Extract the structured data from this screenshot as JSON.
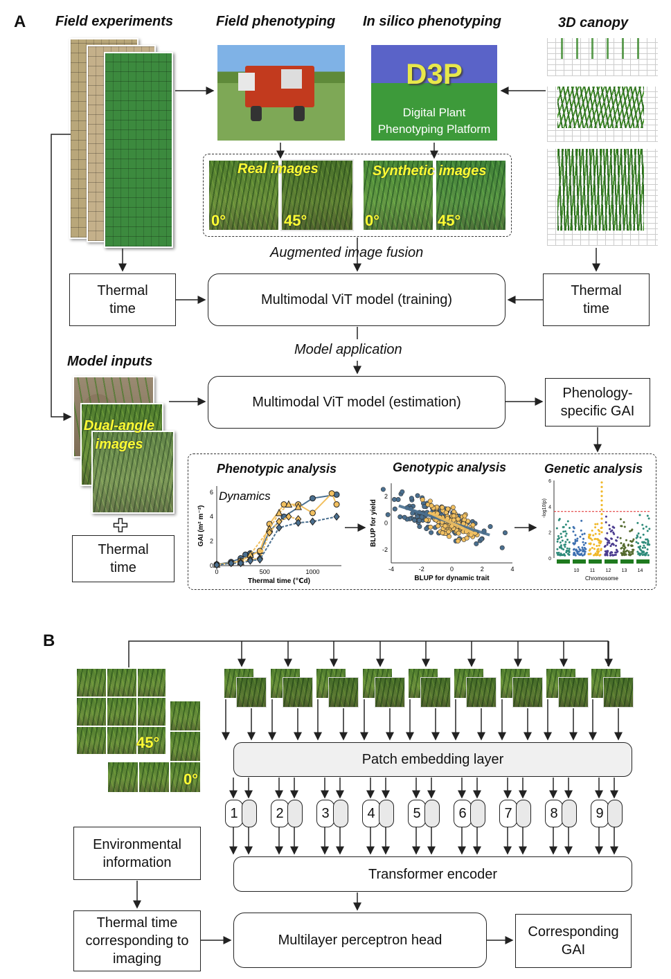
{
  "panelA": {
    "letter": "A",
    "headers": {
      "field_experiments": "Field experiments",
      "field_phenotyping": "Field phenotyping",
      "in_silico": "In silico phenotyping",
      "canopy_3d": "3D canopy"
    },
    "d3p": {
      "logo": "D3P",
      "line1": "Digital Plant",
      "line2": "Phenotyping Platform"
    },
    "real_images": "Real images",
    "synthetic_images": "Synthetic images",
    "angle_0": "0°",
    "angle_45": "45°",
    "augmented_fusion": "Augmented image fusion",
    "thermal_time": "Thermal time",
    "vit_training": "Multimodal ViT model (training)",
    "model_application": "Model application",
    "model_inputs": "Model inputs",
    "dual_angle": "Dual-angle images",
    "plus": "✚",
    "vit_estimation": "Multimodal ViT model (estimation)",
    "phenology_gai": "Phenology-specific GAI",
    "analyses": {
      "phenotypic": "Phenotypic analysis",
      "genotypic": "Genotypic analysis",
      "genetic": "Genetic analysis",
      "dynamics": "Dynamics"
    }
  },
  "chart_data": [
    {
      "type": "line",
      "title": "Phenotypic analysis",
      "annotation": "Dynamics",
      "xlabel": "Thermal time (℃d)",
      "ylabel": "GAI (m² m⁻²)",
      "xlim": [
        0,
        1300
      ],
      "ylim": [
        0,
        6.5
      ],
      "xticks": [
        "0",
        "500",
        "1000"
      ],
      "yticks": [
        "0",
        "2",
        "4",
        "6"
      ],
      "series": [
        {
          "marker": "circle",
          "color": "#4a6f8f",
          "x": [
            0,
            150,
            250,
            300,
            350,
            450,
            550,
            700,
            1000,
            1250
          ],
          "y": [
            0.1,
            0.3,
            0.6,
            0.9,
            1.0,
            1.1,
            2.8,
            4.0,
            5.5,
            5.8
          ]
        },
        {
          "marker": "circle",
          "color": "#f2c060",
          "x": [
            0,
            150,
            250,
            350,
            450,
            550,
            700,
            850,
            1000,
            1200,
            1250
          ],
          "y": [
            0.1,
            0.2,
            0.4,
            0.8,
            1.2,
            3.4,
            5.0,
            5.0,
            4.3,
            5.9,
            5.0
          ]
        },
        {
          "marker": "triangle",
          "color": "#f2c060",
          "x": [
            0,
            250,
            350,
            550,
            650,
            750,
            850
          ],
          "y": [
            0.1,
            0.3,
            0.9,
            3.0,
            4.3,
            5.0,
            4.8
          ]
        },
        {
          "marker": "diamond",
          "color": "#f2c060",
          "x": [
            0,
            250,
            350,
            450,
            550,
            650,
            750,
            850
          ],
          "y": [
            0.1,
            0.3,
            0.5,
            0.6,
            2.7,
            3.6,
            4.0,
            3.8
          ]
        },
        {
          "marker": "diamond",
          "color": "#4a6f8f",
          "x": [
            0,
            150,
            250,
            350,
            450,
            650,
            850,
            1000,
            1250
          ],
          "y": [
            0.05,
            0.2,
            0.2,
            0.4,
            0.5,
            3.1,
            3.5,
            3.6,
            4.0
          ]
        }
      ]
    },
    {
      "type": "scatter",
      "title": "Genotypic analysis",
      "xlabel": "BLUP for dynamic trait",
      "ylabel": "BLUP for yield",
      "xlim": [
        -4,
        4
      ],
      "ylim": [
        -3,
        3
      ],
      "xticks": [
        "-4",
        "-2",
        "0",
        "2",
        "4"
      ],
      "yticks": [
        "-2",
        "0",
        "2"
      ],
      "series": [
        {
          "color": "#4a6f8f",
          "trend": [
            [
              -3.5,
              1.3
            ],
            [
              2.5,
              -0.9
            ]
          ]
        },
        {
          "color": "#f2c060",
          "trend": [
            [
              -1.5,
              0.8
            ],
            [
              1.5,
              -0.8
            ]
          ]
        }
      ]
    },
    {
      "type": "bar",
      "title": "Genetic analysis",
      "xlabel": "Chromosome",
      "ylabel": "-log10(p)",
      "ylim": [
        0,
        6
      ],
      "yticks": [
        "0",
        "2",
        "4",
        "6"
      ],
      "categories": [
        "10",
        "11",
        "12",
        "13",
        "14"
      ],
      "threshold": 3.6,
      "colors": [
        "#2e8b7a",
        "#3c6fb0",
        "#f0b82a",
        "#4b3c8f",
        "#556b2f"
      ]
    }
  ],
  "panelB": {
    "letter": "B",
    "angle_45": "45°",
    "angle_0": "0°",
    "patch_embedding": "Patch embedding layer",
    "positions": [
      "1",
      "2",
      "3",
      "4",
      "5",
      "6",
      "7",
      "8",
      "9"
    ],
    "transformer": "Transformer encoder",
    "env_info": "Environmental information",
    "thermal_imaging": "Thermal time corresponding to imaging",
    "mlp_head": "Multilayer perceptron head",
    "corresponding_gai": "Corresponding GAI"
  }
}
